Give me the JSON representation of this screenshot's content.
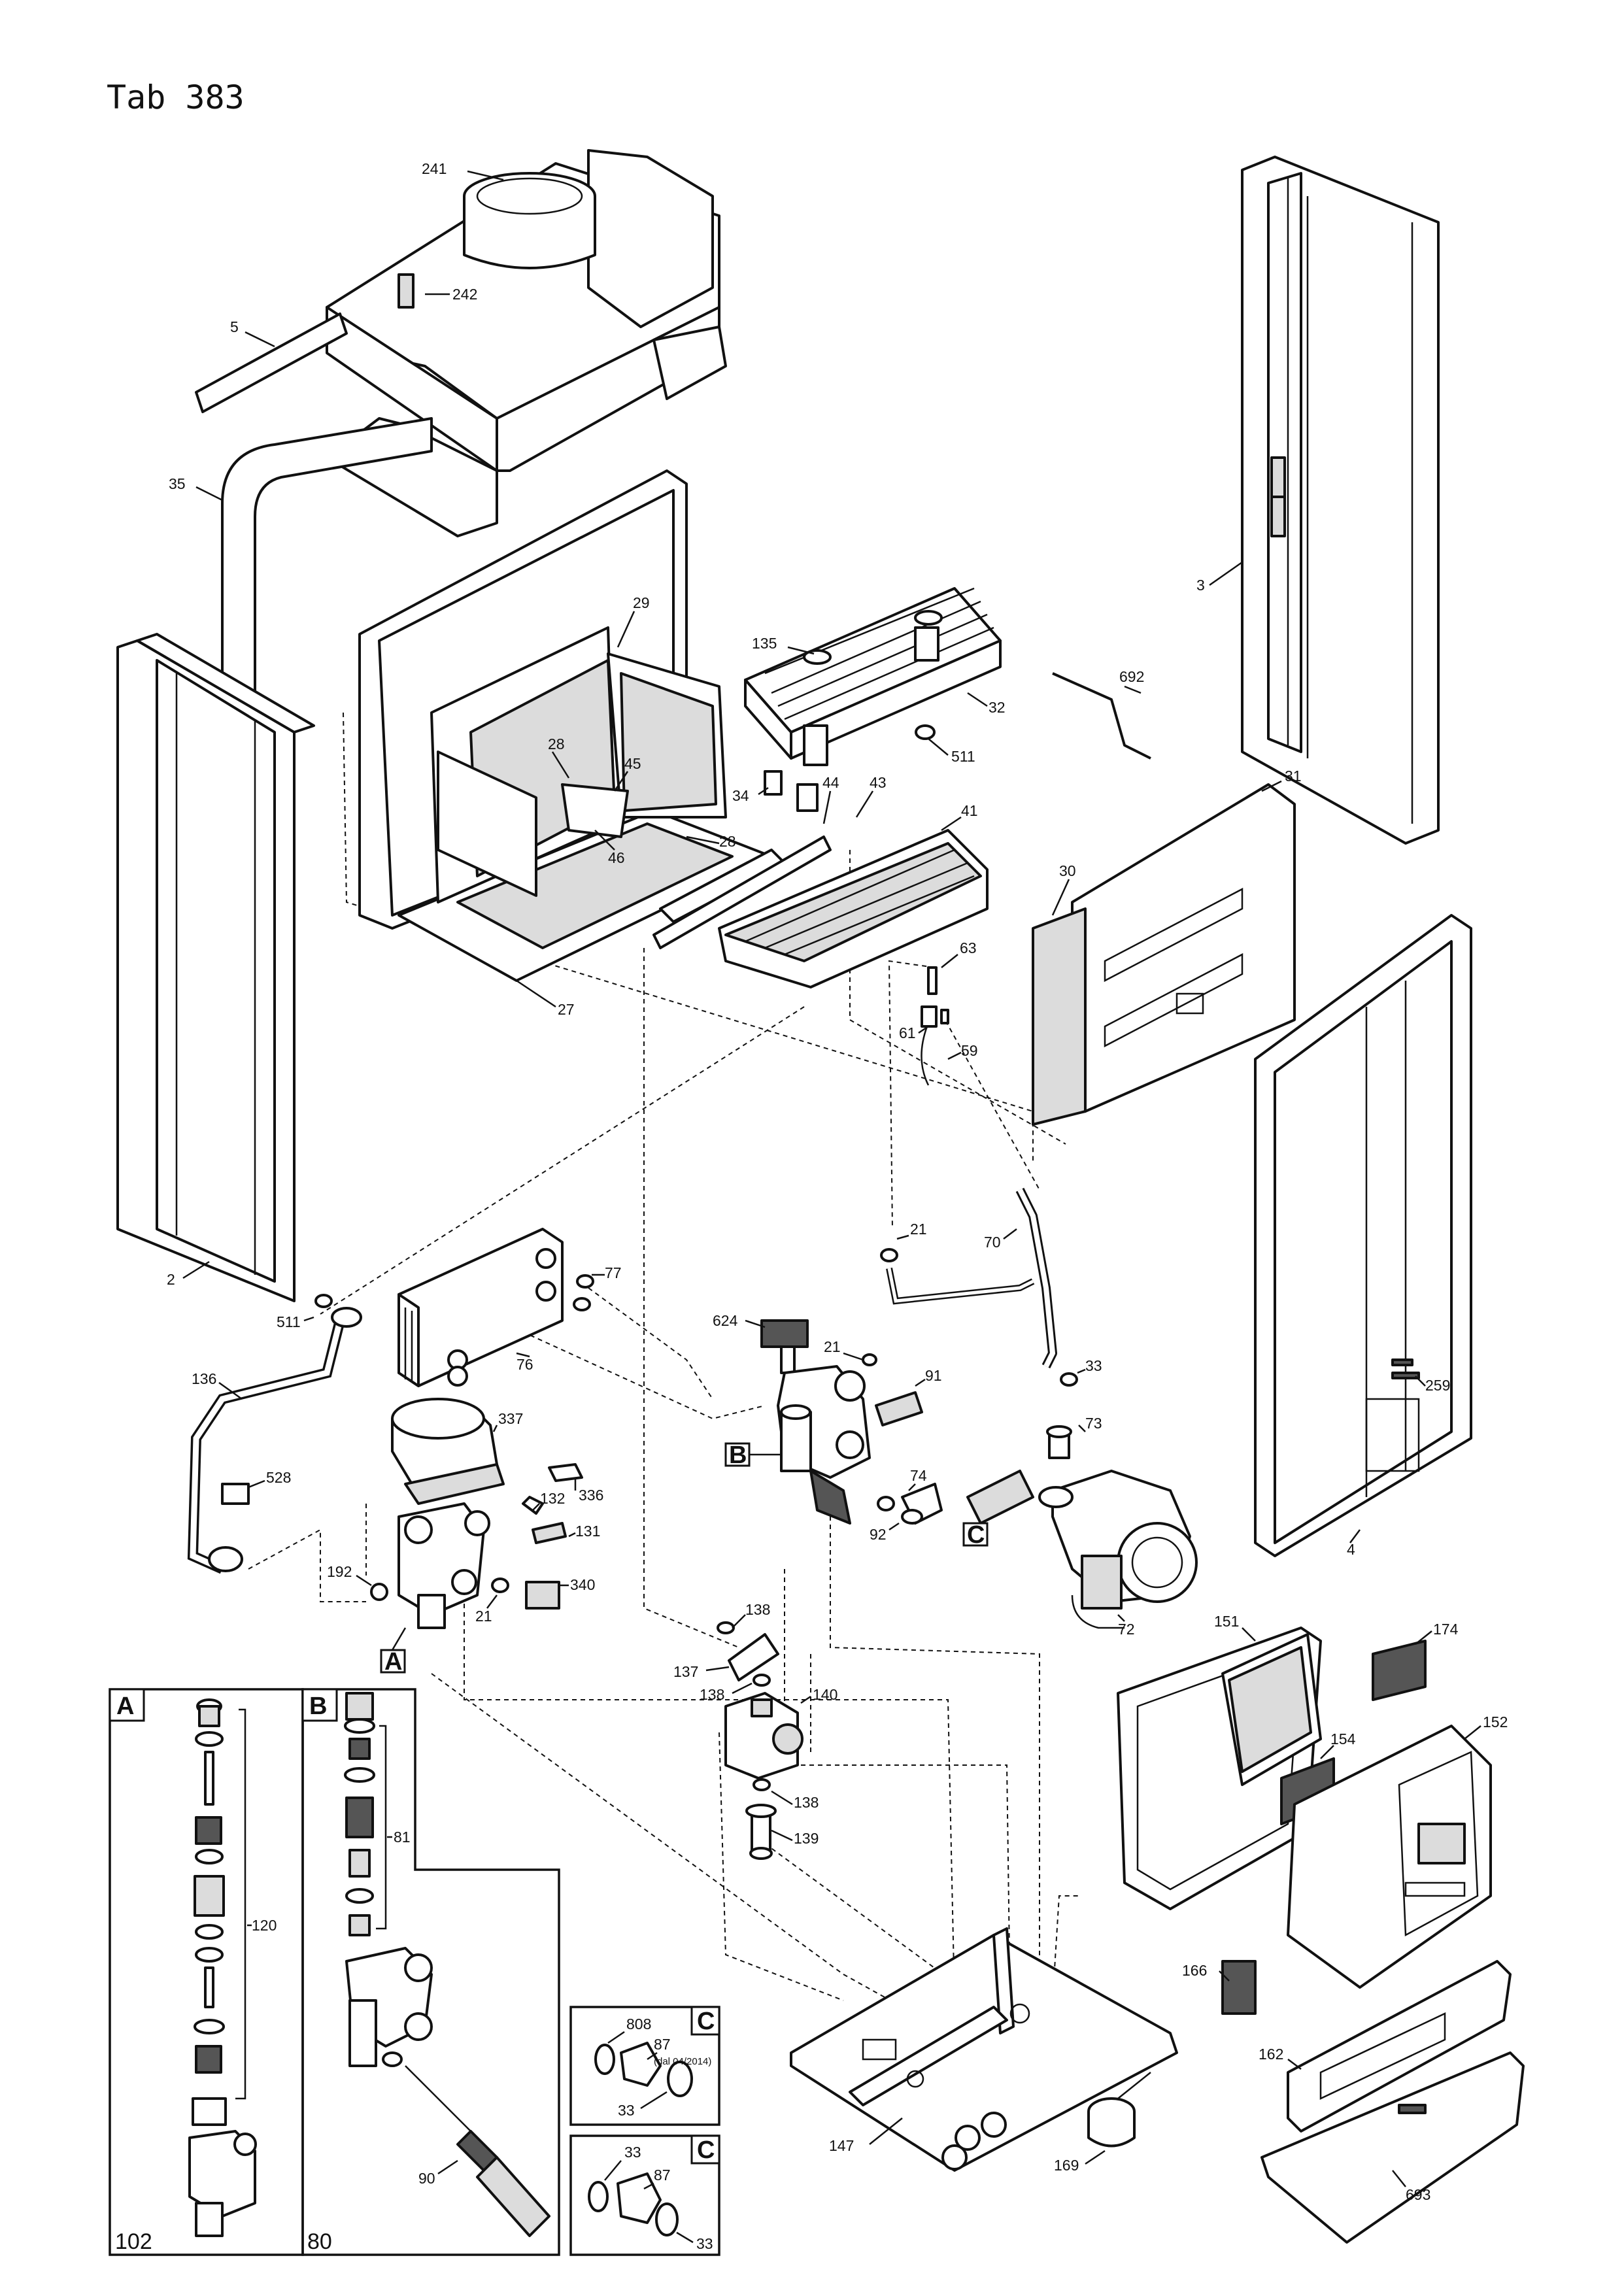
{
  "title": "Tab 383",
  "labels": {
    "p241": "241",
    "p242": "242",
    "p5": "5",
    "p35": "35",
    "p29": "29",
    "p28a": "28",
    "p28b": "28",
    "p45": "45",
    "p46": "46",
    "p27": "27",
    "p2": "2",
    "p135": "135",
    "p32": "32",
    "p511a": "511",
    "p34": "34",
    "p44": "44",
    "p43": "43",
    "p41": "41",
    "p63": "63",
    "p61": "61",
    "p59": "59",
    "p692": "692",
    "p3": "3",
    "p31": "31",
    "p30": "30",
    "p4": "4",
    "p259": "259",
    "p21a": "21",
    "p70": "70",
    "p33a": "33",
    "p73": "73",
    "p511b": "511",
    "p136": "136",
    "p77": "77",
    "p76": "76",
    "p624": "624",
    "p21b": "21",
    "p91": "91",
    "p74": "74",
    "p92": "92",
    "p72": "72",
    "p337": "337",
    "p336": "336",
    "p528": "528",
    "p132": "132",
    "p131": "131",
    "p192": "192",
    "p340": "340",
    "p21c": "21",
    "p138a": "138",
    "p137": "137",
    "p138b": "138",
    "p140": "140",
    "p138c": "138",
    "p139": "139",
    "p151": "151",
    "p174": "174",
    "p154": "154",
    "p152": "152",
    "p166": "166",
    "p162": "162",
    "p147": "147",
    "p169": "169",
    "p693": "693",
    "p120": "120",
    "p81": "81",
    "p90": "90",
    "p102": "102",
    "p80": "80",
    "p808": "808",
    "p87a": "87",
    "p87b": "87",
    "p87note": "(dal 04/2014)",
    "p33b": "33",
    "p33c": "33",
    "p33d": "33"
  },
  "tags": {
    "A": "A",
    "B": "B",
    "C": "C"
  }
}
